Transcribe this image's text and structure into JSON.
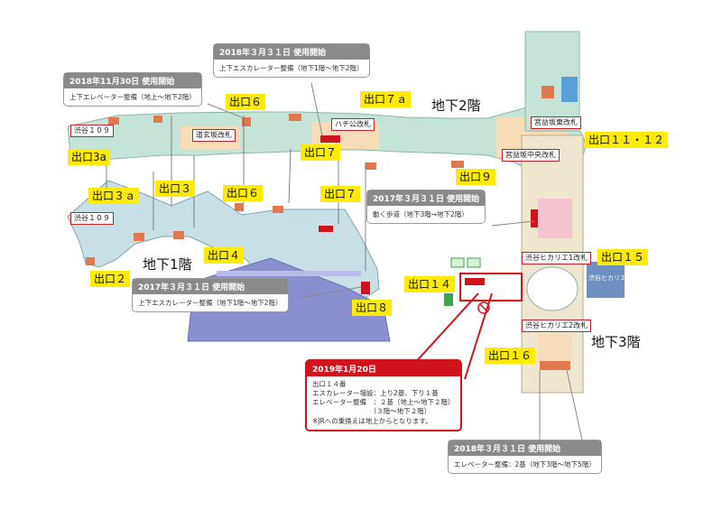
{
  "floors": {
    "b1": "地下1階",
    "b2": "地下2階",
    "b3": "地下3階"
  },
  "exits": {
    "e6_b2": "出口６",
    "e7a": "出口７ａ",
    "e3a_b2": "出口3a",
    "e7_b2": "出口７",
    "e9": "出口９",
    "e11_12": "出口１１・１２",
    "e3a_b1": "出口３ａ",
    "e3": "出口３",
    "e6_b1": "出口６",
    "e7_b1": "出口７",
    "e4": "出口４",
    "e2": "出口２",
    "e14": "出口１４",
    "e15": "出口１５",
    "e8": "出口８",
    "e16": "出口１６"
  },
  "gates": {
    "shibuya109_b2": "渋谷１０９",
    "shibuya109_b1": "渋谷１０９",
    "dogenzaka": "道玄坂改札",
    "hachiko": "ハチ公改札",
    "miyamasuzaka_east": "宮益坂東改札",
    "miyamasuzaka_central": "宮益坂中央改札",
    "hikarie1": "渋谷ヒカリエ1改札",
    "hikarie2": "渋谷ヒカリエ2改札",
    "hikarie_building": "渋谷ヒカリエ"
  },
  "callouts": [
    {
      "id": "c1",
      "date": "2018年３月３１日 使用開始",
      "text": "上下エスカレーター整備（地下1階～地下2階）"
    },
    {
      "id": "c2",
      "date": "2018年11月30日 使用開始",
      "text": "上下エレベーター整備（地上～地下2階）"
    },
    {
      "id": "c3",
      "date": "2017年３月３１日 使用開始",
      "text": "動く歩道（地下3階→地下2階）"
    },
    {
      "id": "c4",
      "date": "2017年３月３１日 使用開始",
      "text": "上下エスカレーター整備（地下1階～地下2階）"
    },
    {
      "id": "c5",
      "date": "2019年1月20日",
      "text": "出口１４番\nエスカレーター増設：上り2基、下り１基\nエレベーター整備　：２基（地上～地下２階）\n　　　　　　　　　（３階～地下２階）\n※JRへの乗換えは地上からとなります。",
      "accent": "#d0141c"
    },
    {
      "id": "c6",
      "date": "2018年３月３１日 使用開始",
      "text": "エレベーター整備：2基（地下3階～地下5階）"
    }
  ],
  "colors": {
    "b2_corridor": "#c6e3d8",
    "b1_corridor": "#c9dfe6",
    "platform": "#8a8fd0",
    "gate_area": "#f6ddb8",
    "callout_highlight": "#d0141c",
    "exit_label": "#ffeb00"
  }
}
